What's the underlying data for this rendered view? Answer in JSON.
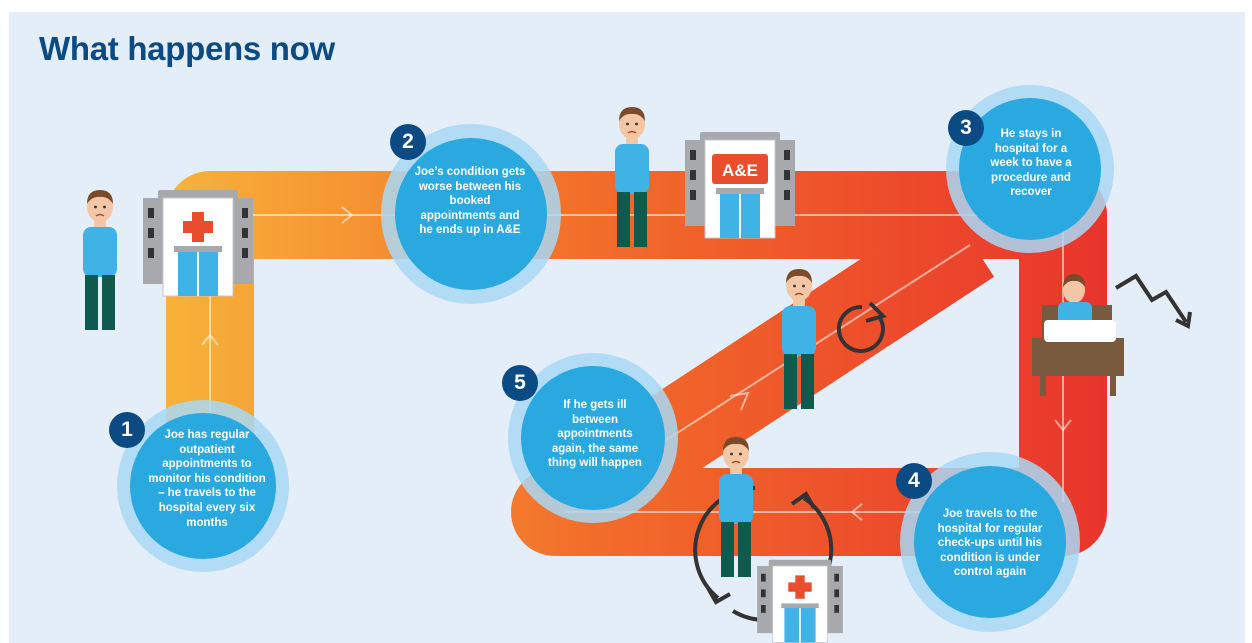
{
  "title": "What happens now",
  "colors": {
    "background": "#e4eef8",
    "title": "#0b4a82",
    "path_start": "#f7b43a",
    "path_mid": "#f26d2a",
    "path_end": "#e8332c",
    "circle": "#29a9e0",
    "circle_ring": "#a9d8f4",
    "number_badge": "#0b4a82"
  },
  "steps": [
    {
      "number": "1",
      "text": "Joe has regular outpatient appointments to monitor his condition – he travels to the hospital every six months"
    },
    {
      "number": "2",
      "text": "Joe’s condition gets worse between his booked appointments and he ends up in A&E"
    },
    {
      "number": "3",
      "text": "He stays in hospital for a week to have a procedure and recover"
    },
    {
      "number": "4",
      "text": "Joe travels to the hospital for regular check-ups until his condition is under control again"
    },
    {
      "number": "5",
      "text": "If he gets ill between appointments again, the same thing will happen"
    }
  ],
  "ae_sign": "A&E",
  "icons": [
    "person-icon",
    "hospital-icon",
    "ae-hospital-icon",
    "hospital-bed-icon",
    "decline-arrow-icon",
    "repeat-cycle-icon",
    "cycle-arrows-icon"
  ]
}
